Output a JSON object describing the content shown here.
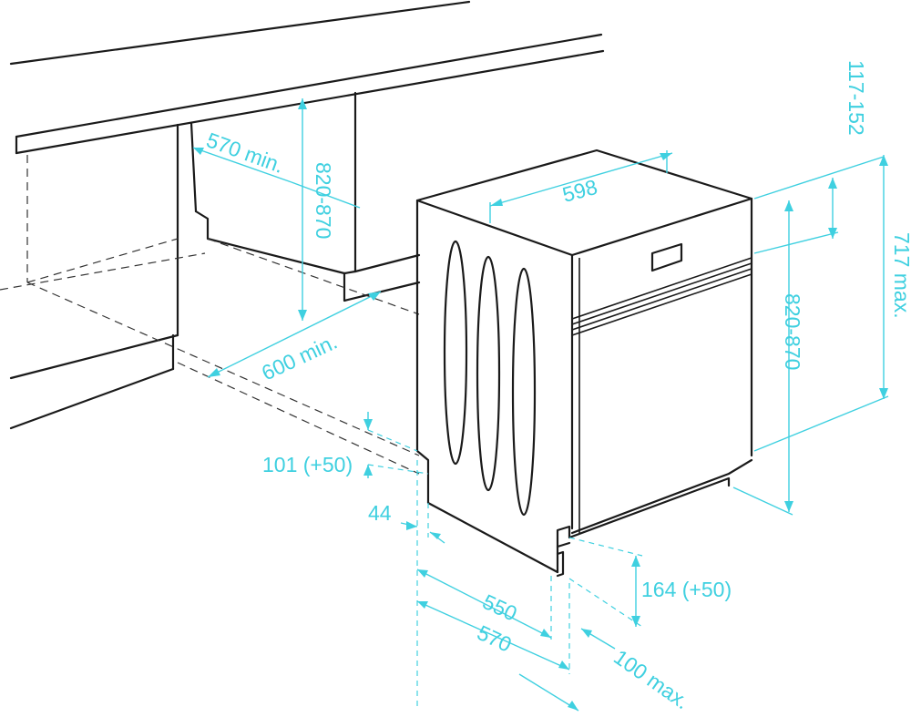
{
  "colors": {
    "dimension": "#3fd0e0",
    "outline": "#1a1a1a",
    "background": "#ffffff"
  },
  "labels": {
    "niche_depth": "570 min.",
    "niche_height": "820-870",
    "niche_width": "600 min.",
    "appliance_width": "598",
    "worktop_gap": "117-152",
    "appliance_height": "820-870",
    "door_max": "717 max.",
    "toe_top": "101 (+50)",
    "toe_thickness": "44",
    "depth_550": "550",
    "depth_570": "570",
    "plinth_height": "164 (+50)",
    "door_swing": "100 max."
  }
}
